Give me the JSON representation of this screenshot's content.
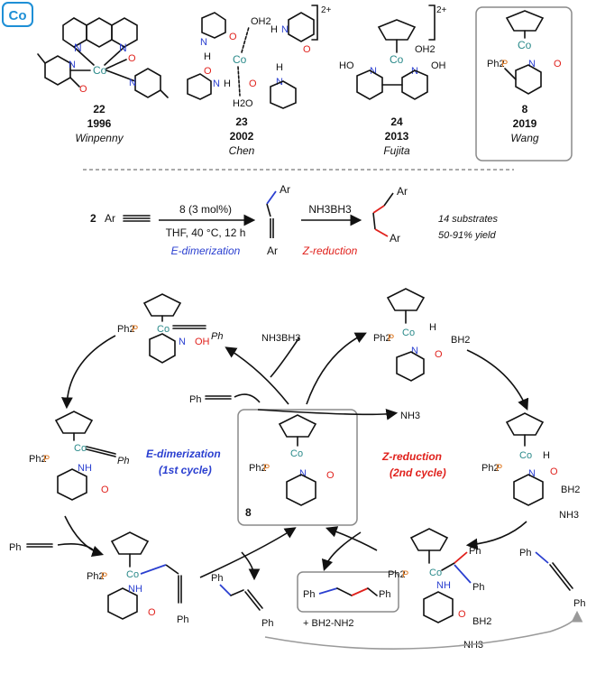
{
  "badge": "Co",
  "compounds": [
    {
      "number": "22",
      "year": "1996",
      "author": "Winpenny"
    },
    {
      "number": "23",
      "year": "2002",
      "author": "Chen"
    },
    {
      "number": "24",
      "year": "2013",
      "author": "Fujita"
    },
    {
      "number": "8",
      "year": "2019",
      "author": "Wang"
    }
  ],
  "charges": [
    "2+",
    "2+"
  ],
  "atoms": {
    "co": "Co",
    "n": "N",
    "o": "O",
    "p": "P",
    "h": "H",
    "oh2": "OH2",
    "h2o": "H2O",
    "ho": "HO",
    "oh": "OH",
    "ph2": "Ph2",
    "nh": "NH",
    "ph": "Ph",
    "ar": "Ar",
    "bh2": "BH2",
    "nh3": "NH3"
  },
  "scheme": {
    "reactant_coeff": "2",
    "reactant": "Ar",
    "catalyst": "8 (3 mol%)",
    "conditions": "THF, 40 °C, 12 h",
    "step1": "E-dimerization",
    "reductant": "NH3BH3",
    "step2": "Z-reduction",
    "scope_line1": "14 substrates",
    "scope_line2": "50-91% yield"
  },
  "cycle": {
    "left_title": "E-dimerization",
    "left_sub": "(1st cycle)",
    "right_title": "Z-reduction",
    "right_sub": "(2nd cycle)",
    "center_label": "8",
    "nh3bh3": "NH3BH3",
    "nh3": "NH3",
    "ph_alkyne": "Ph",
    "byproduct": "+ BH2-NH2"
  },
  "colors": {
    "cobalt": "#2a8a8a",
    "phosphorus": "#e07a24",
    "nitrogen": "#2a3fd0",
    "oxygen": "#e0211c",
    "badge": "#1e8fd6"
  }
}
